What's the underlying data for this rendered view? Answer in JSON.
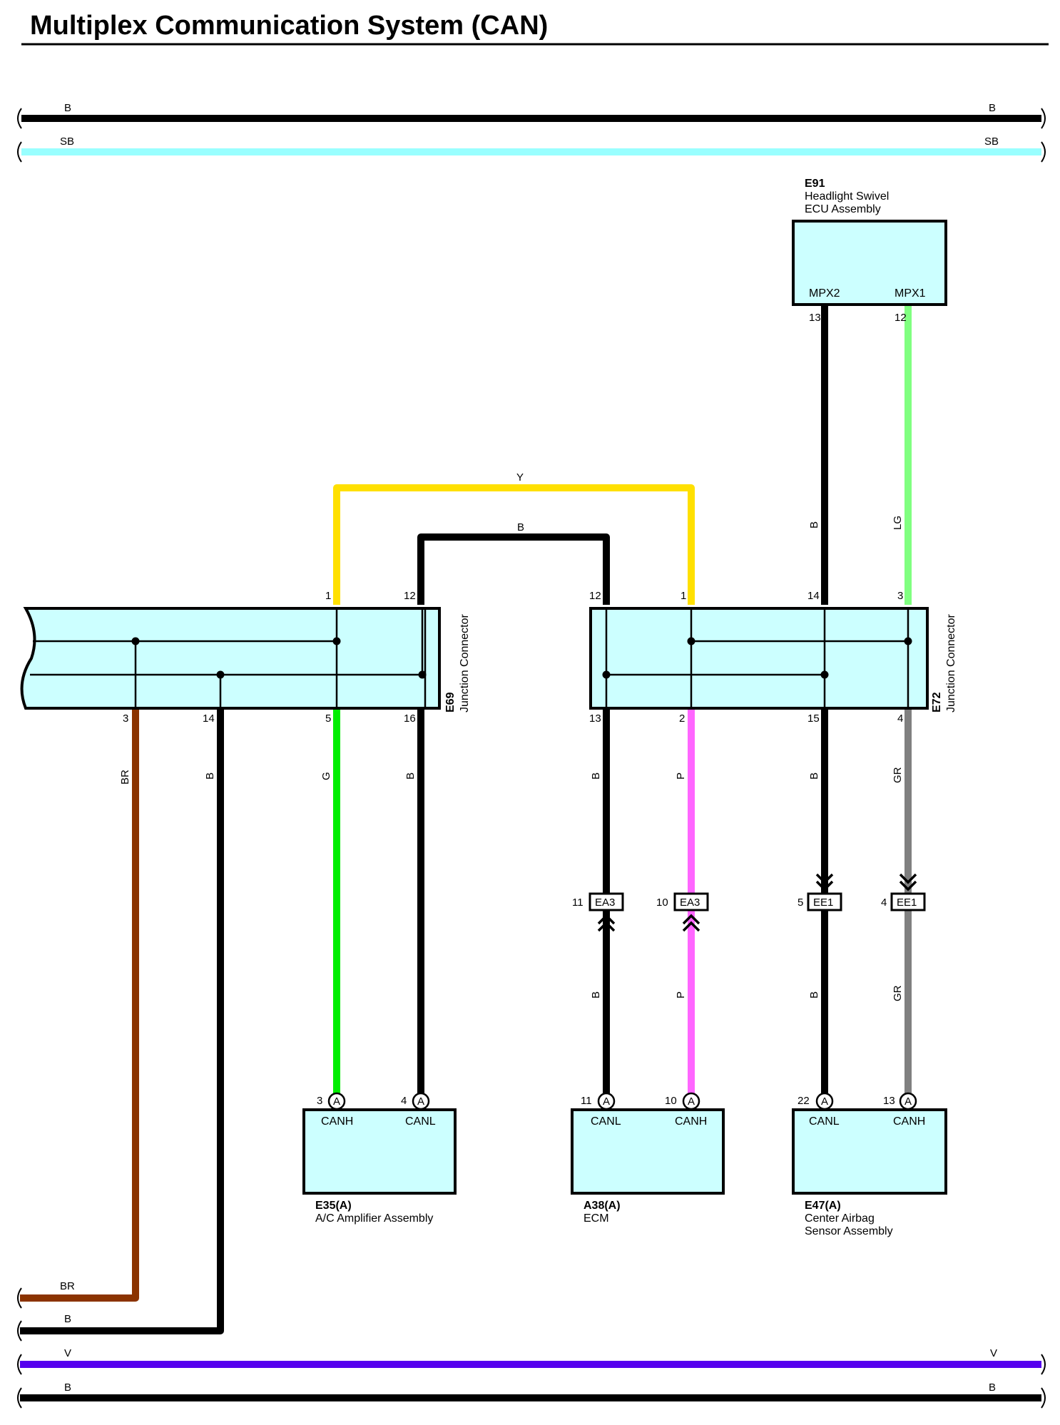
{
  "title": "Multiplex Communication System (CAN)",
  "colors": {
    "B": "#000000",
    "SB": "#99ffff",
    "Y": "#ffe000",
    "LG": "#80ff80",
    "BR": "#8b3300",
    "G": "#00ee00",
    "P": "#ff66ff",
    "GR": "#808080",
    "V": "#5500ee",
    "box_fill": "#ccffff"
  },
  "buses": {
    "top_b": {
      "left": "B",
      "right": "B"
    },
    "top_sb": {
      "left": "SB",
      "right": "SB"
    },
    "bottom_br": {
      "left": "BR"
    },
    "bottom_b1": {
      "left": "B"
    },
    "bottom_v": {
      "left": "V",
      "right": "V"
    },
    "bottom_b2": {
      "left": "B",
      "right": "B"
    }
  },
  "e91": {
    "code": "E91",
    "name_line1": "Headlight Swivel",
    "name_line2": "ECU Assembly",
    "term_left": "MPX2",
    "term_right": "MPX1",
    "pin_left": "13",
    "pin_right": "12"
  },
  "e69": {
    "code": "E69",
    "name": "Junction Connector",
    "pins_top": {
      "p1": "1",
      "p12": "12"
    },
    "pins_bottom": {
      "p3": "3",
      "p14": "14",
      "p5": "5",
      "p16": "16"
    }
  },
  "e72": {
    "code": "E72",
    "name": "Junction Connector",
    "pins_top": {
      "p12": "12",
      "p1": "1",
      "p14": "14",
      "p3": "3"
    },
    "pins_bottom": {
      "p13": "13",
      "p2": "2",
      "p15": "15",
      "p4": "4"
    }
  },
  "wires": {
    "y_loop": "Y",
    "b_loop": "B",
    "e91_left": "B",
    "e91_right": "LG",
    "e69_br": "BR",
    "e69_b14": "B",
    "e69_g": "G",
    "e69_b16": "B",
    "e72_b13": "B",
    "e72_p": "P",
    "e72_b15": "B",
    "e72_gr": "GR",
    "ea3_b_low": "B",
    "ea3_p_low": "P",
    "ee1_b_low": "B",
    "ee1_gr_low": "GR"
  },
  "inline": {
    "ea3_a": {
      "pin": "11",
      "name": "EA3"
    },
    "ea3_b": {
      "pin": "10",
      "name": "EA3"
    },
    "ee1_a": {
      "pin": "5",
      "name": "EE1"
    },
    "ee1_b": {
      "pin": "4",
      "name": "EE1"
    }
  },
  "modules": {
    "e35": {
      "code": "E35(A)",
      "name": "A/C Amplifier Assembly",
      "term_left": "CANH",
      "term_right": "CANL",
      "pin_left": "3",
      "pin_right": "4",
      "conn_letter": "A"
    },
    "a38": {
      "code": "A38(A)",
      "name": "ECM",
      "term_left": "CANL",
      "term_right": "CANH",
      "pin_left": "11",
      "pin_right": "10",
      "conn_letter": "A"
    },
    "e47": {
      "code": "E47(A)",
      "name_line1": "Center Airbag",
      "name_line2": "Sensor Assembly",
      "term_left": "CANL",
      "term_right": "CANH",
      "pin_left": "22",
      "pin_right": "13",
      "conn_letter": "A"
    }
  }
}
